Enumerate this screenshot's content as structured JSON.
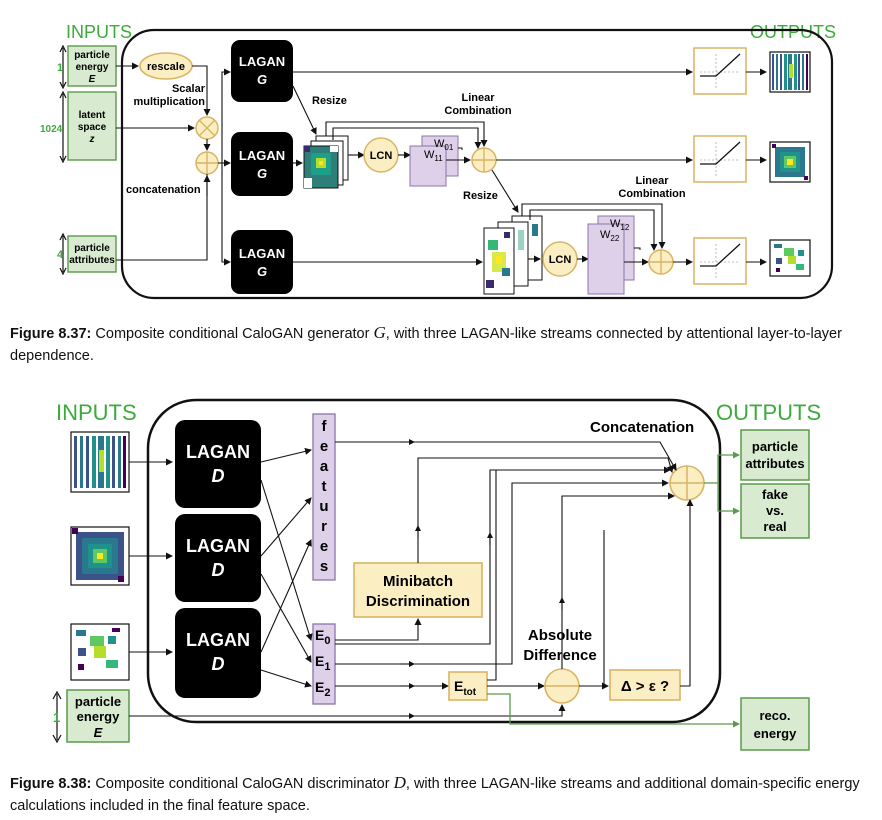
{
  "colors": {
    "green_text": "#3cab3c",
    "green_box_fill": "#d8ebd0",
    "green_box_stroke": "#5a9a4a",
    "yellow_fill": "#fbeec2",
    "yellow_stroke": "#d9b463",
    "purple_fill": "#ddd0e8",
    "purple_stroke": "#8c74a8",
    "block_fill": "#000000"
  },
  "fig37": {
    "inputs_title": "INPUTS",
    "outputs_title": "OUTPUTS",
    "inputs": {
      "energy": {
        "l1": "particle",
        "l2": "energy",
        "l3": "E",
        "dim": "1"
      },
      "latent": {
        "l1": "latent",
        "l2": "space",
        "l3": "z",
        "dim": "1024"
      },
      "attrs": {
        "l1": "particle",
        "l2": "attributes",
        "dim": "4"
      }
    },
    "rescale": "rescale",
    "scalar_mult": {
      "l1": "Scalar",
      "l2": "multiplication"
    },
    "concatenation": "concatenation",
    "lagan": {
      "l1": "LAGAN",
      "l2": "G"
    },
    "resize": "Resize",
    "lcn": "LCN",
    "linear_comb": {
      "l1": "Linear",
      "l2": "Combination"
    },
    "weights": {
      "w01": "W",
      "w01_sub": "01",
      "w11": "W",
      "w11_sub": "11",
      "w12": "W",
      "w12_sub": "12",
      "w22": "W",
      "w22_sub": "22"
    }
  },
  "caption37": {
    "label": "Figure 8.37:",
    "text_before": " Composite conditional CaloGAN generator ",
    "symbol": "G",
    "text_after": ", with three LAGAN-like streams connected by attentional layer-to-layer dependence."
  },
  "fig38": {
    "inputs_title": "INPUTS",
    "outputs_title": "OUTPUTS",
    "lagan": {
      "l1": "LAGAN",
      "l2": "D"
    },
    "features": [
      "f",
      "e",
      "a",
      "t",
      "u",
      "r",
      "e",
      "s"
    ],
    "energies": {
      "e0": "E",
      "e0_sub": "0",
      "e1": "E",
      "e1_sub": "1",
      "e2": "E",
      "e2_sub": "2"
    },
    "minibatch": {
      "l1": "Minibatch",
      "l2": "Discrimination"
    },
    "concatenation": "Concatenation",
    "abs_diff": {
      "l1": "Absolute",
      "l2": "Difference"
    },
    "etot": "E",
    "etot_sub": "tot",
    "threshold": "Δ > ε ?",
    "input_energy": {
      "l1": "particle",
      "l2": "energy",
      "l3": "E",
      "dim": "1"
    },
    "outputs": {
      "attrs": {
        "l1": "particle",
        "l2": "attributes"
      },
      "fake": {
        "l1": "fake",
        "l2": "vs.",
        "l3": "real"
      },
      "reco": {
        "l1": "reco.",
        "l2": "energy"
      }
    }
  },
  "caption38": {
    "label": "Figure 8.38:",
    "text_before": " Composite conditional CaloGAN discriminator ",
    "symbol": "D",
    "text_after": ", with three LAGAN-like streams and additional domain-specific energy calculations included in the final feature space."
  }
}
